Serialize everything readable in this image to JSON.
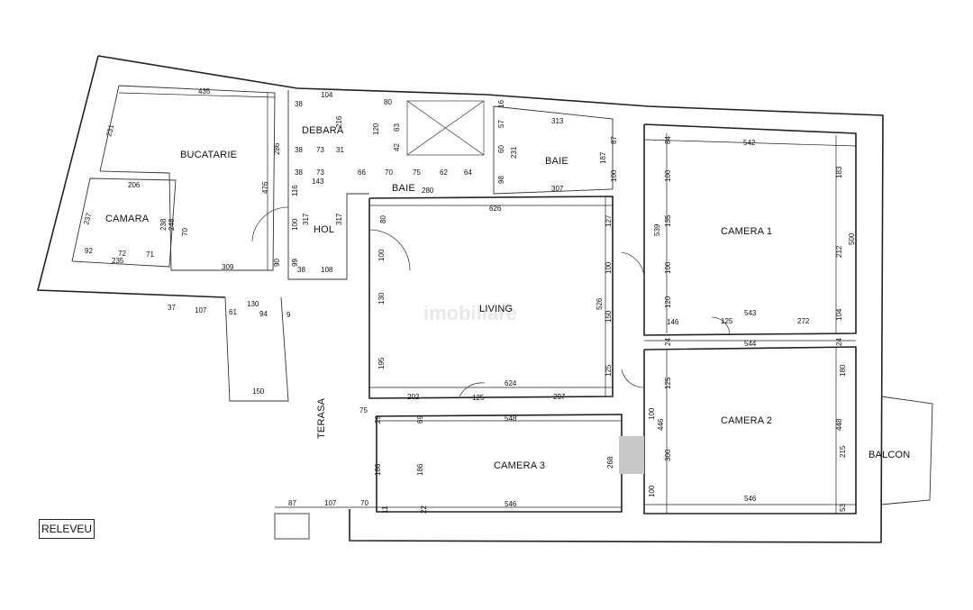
{
  "rooms": {
    "bucatarie": "BUCATARIE",
    "camara": "CAMARA",
    "debara": "DEBARA",
    "hol": "HOL",
    "baie_small": "BAIE",
    "baie_large": "BAIE",
    "living": "LIVING",
    "camera1": "CAMERA 1",
    "camera2": "CAMERA 2",
    "camera3": "CAMERA 3",
    "balcon": "BALCON",
    "terasa": "TERASA"
  },
  "title_box": "RELEVEU",
  "watermark": "imobiliare",
  "dimensions": {
    "d435": "435",
    "d231": "231",
    "d206": "206",
    "d237": "237",
    "d238": "238",
    "d248": "248",
    "d70a": "70",
    "d92": "92",
    "d72": "72",
    "d71": "71",
    "d235": "235",
    "d286": "286",
    "d476": "476",
    "d38a": "38",
    "d104": "104",
    "d216": "216",
    "d73a": "73",
    "d31": "31",
    "d38b": "38",
    "d73b": "73",
    "d38c": "38",
    "d66": "66",
    "d143": "143",
    "d70b": "70",
    "d75": "75",
    "d62": "62",
    "d64": "64",
    "d280": "280",
    "d80a": "80",
    "d120": "120",
    "d63": "63",
    "d42": "42",
    "d16": "16",
    "d57": "57",
    "d60": "60",
    "d231b": "231",
    "d98": "98",
    "d313": "313",
    "d87": "87",
    "d187": "187",
    "d307": "307",
    "d100a": "100",
    "d626": "626",
    "d317a": "317",
    "d317b": "317",
    "d100b": "100",
    "d116": "116",
    "d99": "99",
    "d90": "90",
    "d38d": "38",
    "d108": "108",
    "d309": "309",
    "d130a": "130",
    "d37": "37",
    "d107a": "107",
    "d61": "61",
    "d94": "94",
    "d9": "9",
    "d150": "150",
    "d80b": "80",
    "d100c": "100",
    "d130b": "130",
    "d195": "195",
    "d127": "127",
    "d100d": "100",
    "d526": "526",
    "d150b": "150",
    "d125a": "125",
    "d202": "202",
    "d125b": "125",
    "d297": "297",
    "d624": "624",
    "d75b": "75",
    "d29": "29",
    "d69": "69",
    "d548": "548",
    "d186a": "186",
    "d186b": "186",
    "d268": "268",
    "d87b": "87",
    "d107b": "107",
    "d70c": "70",
    "d546a": "546",
    "d22": "22",
    "d11": "11",
    "d84": "84",
    "d542": "542",
    "d183": "183",
    "d100e": "100",
    "d539": "539",
    "d135": "135",
    "d100f": "100",
    "d120b": "120",
    "d212": "212",
    "d500": "500",
    "d146": "146",
    "d125c": "125",
    "d543": "543",
    "d272": "272",
    "d104b": "104",
    "d24a": "24",
    "d544": "544",
    "d24b": "24",
    "d180": "180",
    "d125d": "125",
    "d100g": "100",
    "d446": "446",
    "d300": "300",
    "d448": "448",
    "d215": "215",
    "d100h": "100",
    "d546b": "546",
    "d53": "53"
  }
}
